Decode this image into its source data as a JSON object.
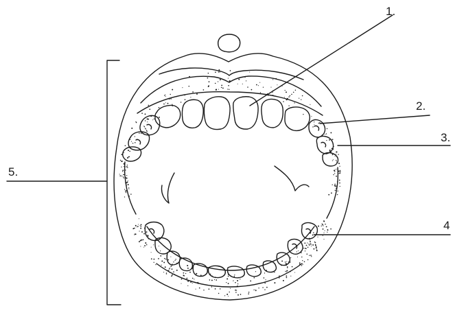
{
  "labels": {
    "l1": "1.",
    "l2": "2.",
    "l3": "3.",
    "l4": "4",
    "l5": "5."
  },
  "colors": {
    "ink": "#1a1a1a",
    "background": "#ffffff"
  }
}
